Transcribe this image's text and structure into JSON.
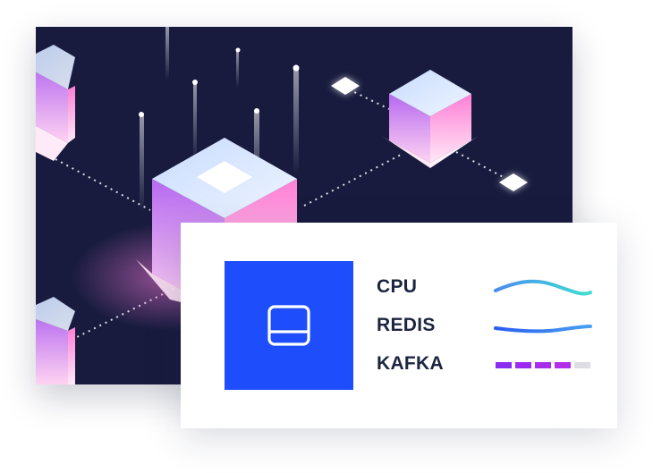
{
  "illustration": {
    "name": "isometric-cubes-illustration",
    "colors": {
      "background": "#181b3e",
      "cube_left": "#b14fe0",
      "cube_right": "#ff8fd8",
      "cube_top": "#d6e8ff",
      "connector": "#ffffff"
    }
  },
  "card": {
    "tile": {
      "icon": "hard-drive-icon",
      "color": "#1e4dfc"
    },
    "metrics": [
      {
        "label": "CPU",
        "indicator": "wave-line",
        "colors": [
          "#4a8cf0",
          "#3fe0d0"
        ]
      },
      {
        "label": "REDIS",
        "indicator": "wave-line",
        "colors": [
          "#2a5cf5",
          "#4aa0f0"
        ]
      },
      {
        "label": "KAFKA",
        "indicator": "segment-bar",
        "segments_filled": 4,
        "segments_total": 5,
        "colors": [
          "#8a2cf0",
          "#dddde3"
        ]
      }
    ]
  }
}
